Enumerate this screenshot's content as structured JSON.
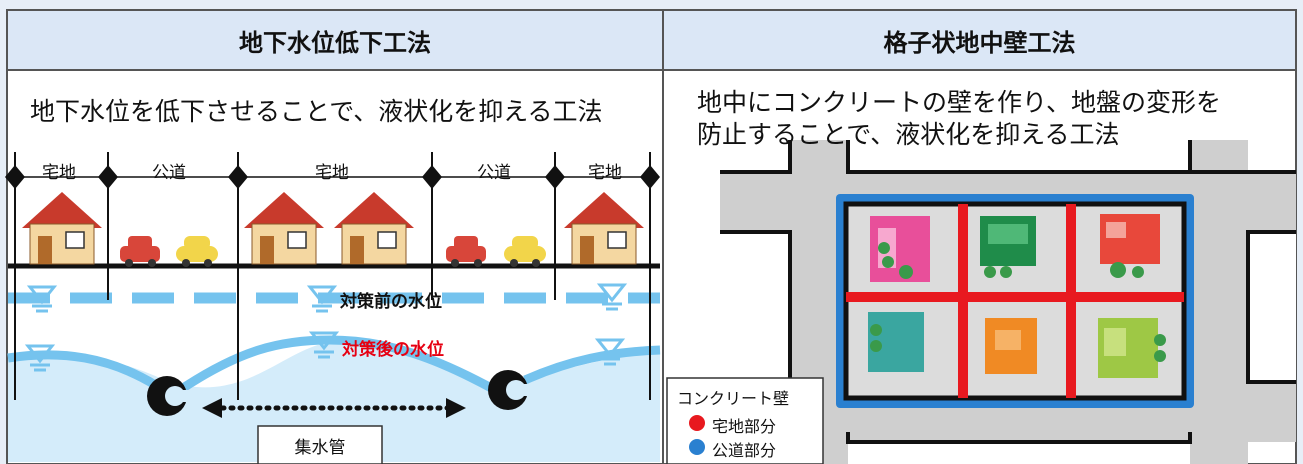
{
  "left_panel": {
    "title": "地下水位低下工法",
    "description": "地下水位を低下させることで、液状化を抑える工法",
    "zones": [
      "宅地",
      "公道",
      "宅地",
      "公道",
      "宅地"
    ],
    "water_level_before": "対策前の水位",
    "water_level_after": "対策後の水位",
    "pipe_label": "集水管"
  },
  "right_panel": {
    "title": "格子状地中壁工法",
    "description_line1": "地中にコンクリートの壁を作り、地盤の変形を",
    "description_line2": "防止することで、液状化を抑える工法",
    "legend": {
      "title": "コンクリート壁",
      "items": [
        {
          "label": "宅地部分",
          "color": "#e8191f"
        },
        {
          "label": "公道部分",
          "color": "#2a80d0"
        }
      ]
    }
  },
  "colors": {
    "header_bg": "#dbe7f6",
    "panel_bg": "#ffffff",
    "groundwater": "#d4ecfa",
    "water_line": "#75c3ee",
    "road_gray": "#cfcfcf",
    "after_label": "#e60012"
  }
}
